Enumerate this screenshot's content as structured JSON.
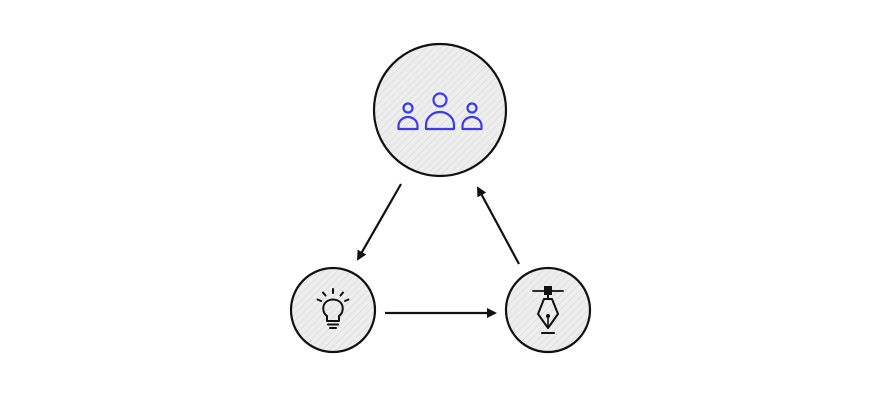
{
  "diagram": {
    "nodes": [
      {
        "id": "users",
        "icon": "users-group-icon",
        "accent": "#3a3af0"
      },
      {
        "id": "idea",
        "icon": "lightbulb-icon"
      },
      {
        "id": "design",
        "icon": "pen-tool-icon"
      }
    ],
    "edges": [
      {
        "from": "users",
        "to": "idea"
      },
      {
        "from": "idea",
        "to": "design"
      },
      {
        "from": "design",
        "to": "users"
      }
    ],
    "colors": {
      "stroke": "#111111",
      "fill": "#ececec",
      "hatch": "#d6d6d6",
      "accent": "#3a3af0"
    }
  }
}
